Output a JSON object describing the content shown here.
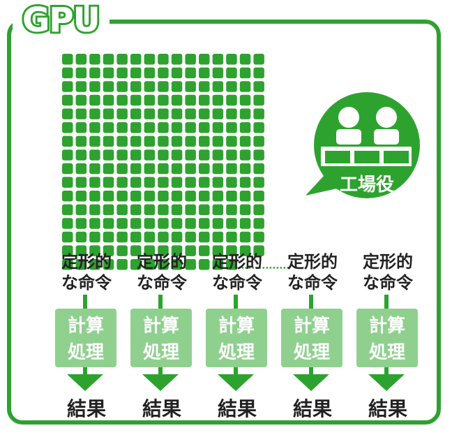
{
  "title": "GPU",
  "worker_label": "工場役",
  "colors": {
    "accent": "#2ea22f",
    "calc_box": "#8fd08f",
    "text": "#222222"
  },
  "core_grid": {
    "rows": 16,
    "cols": 15,
    "last_row_filled": 13,
    "has_ellipsis": true
  },
  "icons": {
    "workers": "two-workers-icon",
    "worker_bubble": "speech-bubble-icon"
  },
  "columns": [
    {
      "instruction": "定形的\nな命令",
      "process": "計算\n処理",
      "result": "結果"
    },
    {
      "instruction": "定形的\nな命令",
      "process": "計算\n処理",
      "result": "結果"
    },
    {
      "instruction": "定形的\nな命令",
      "process": "計算\n処理",
      "result": "結果"
    },
    {
      "instruction": "定形的\nな命令",
      "process": "計算\n処理",
      "result": "結果"
    },
    {
      "instruction": "定形的\nな命令",
      "process": "計算\n処理",
      "result": "結果"
    }
  ]
}
